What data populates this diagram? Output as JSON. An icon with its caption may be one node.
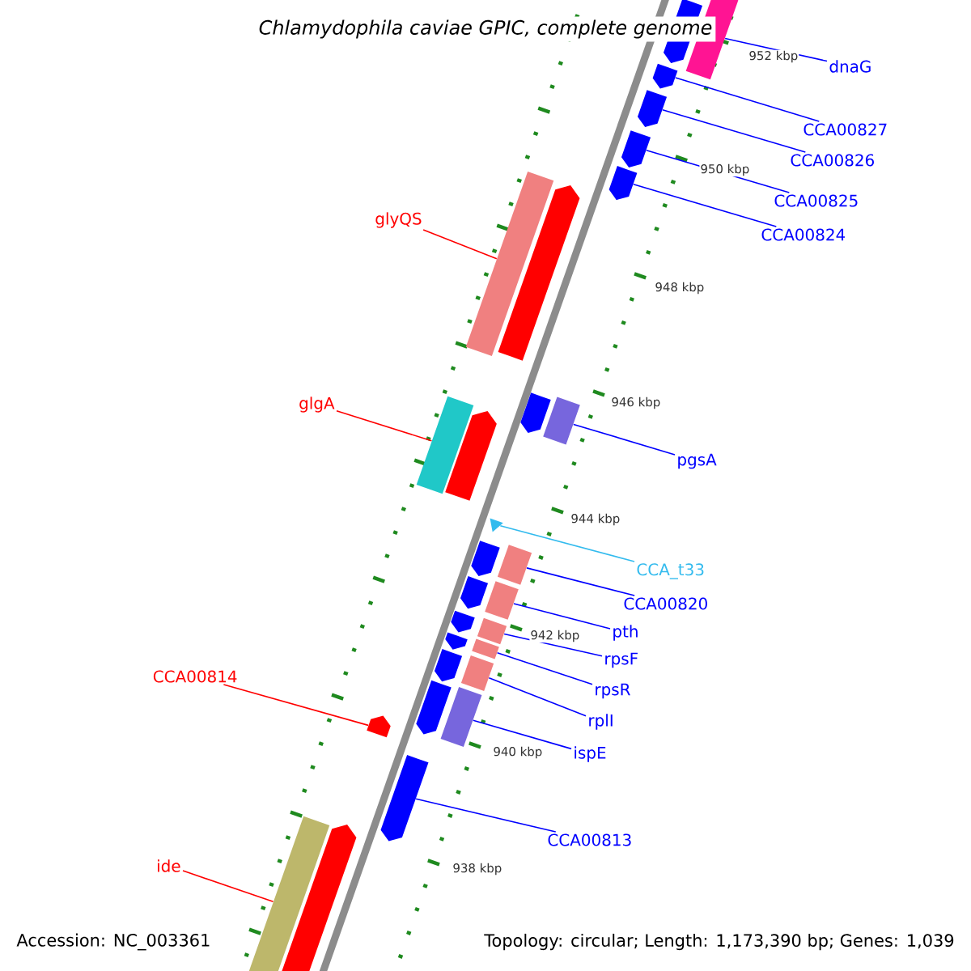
{
  "diagram": {
    "title": "Chlamydophila caviae GPIC, complete genome",
    "nodes": [
      {
        "text": [
          "dnaG"
        ]
      },
      {
        "text": [],
        "shape": "box"
      },
      {
        "text": [
          "CCA00827"
        ]
      },
      {
        "text": [],
        "shape": "arrow"
      },
      {
        "text": [
          "CCA00826"
        ]
      },
      {
        "text": [],
        "shape": "arrow"
      },
      {
        "text": [
          "CCA00825"
        ]
      },
      {
        "text": [],
        "shape": "arrow"
      },
      {
        "text": [
          "CCA00824"
        ]
      },
      {
        "text": [],
        "shape": "arrow"
      },
      {
        "text": [
          "glyQS"
        ]
      },
      {
        "text": [],
        "shape": "box"
      },
      {
        "text": [
          "glgA"
        ]
      },
      {
        "text": [],
        "shape": "box"
      },
      {
        "text": [
          "pgsA"
        ]
      },
      {
        "text": [],
        "shape": "box"
      },
      {
        "text": [
          "CCA_t33"
        ]
      },
      {
        "text": [],
        "shape": "triangle"
      },
      {
        "text": [
          "CCA00820"
        ]
      },
      {
        "text": [],
        "shape": "box"
      },
      {
        "text": [
          "pth"
        ]
      },
      {
        "text": [],
        "shape": "box"
      },
      {
        "text": [
          "rpsF"
        ]
      },
      {
        "text": [],
        "shape": "box"
      },
      {
        "text": [
          "rpsR"
        ]
      },
      {
        "text": [],
        "shape": "box"
      },
      {
        "text": [
          "rplI"
        ]
      },
      {
        "text": [],
        "shape": "box"
      },
      {
        "text": [
          "ispE"
        ]
      },
      {
        "text": [],
        "shape": "box"
      },
      {
        "text": [
          "CCA00814"
        ]
      },
      {
        "text": [],
        "shape": "arrow"
      },
      {
        "text": [
          "CCA00813"
        ]
      },
      {
        "text": [],
        "shape": "arrow"
      },
      {
        "text": [
          "ide"
        ]
      },
      {
        "text": [],
        "shape": "box"
      },
      {
        "text": [],
        "shape": "arrow"
      },
      {
        "text": [],
        "shape": "arrow"
      },
      {
        "text": [],
        "shape": "arrow"
      },
      {
        "text": [],
        "shape": "arrow"
      },
      {
        "text": [],
        "shape": "arrow"
      },
      {
        "text": [],
        "shape": "arrow"
      },
      {
        "text": [],
        "shape": "arrow"
      },
      {
        "text": [],
        "shape": "arrow"
      },
      {
        "text": [],
        "shape": "arrow"
      },
      {
        "text": [],
        "shape": "arrow"
      },
      {
        "text": [],
        "shape": "arrow"
      }
    ],
    "edges": [
      {
        "from": 0,
        "to": 1,
        "arrow": "none"
      },
      {
        "from": 2,
        "to": 3,
        "arrow": "none"
      },
      {
        "from": 4,
        "to": 5,
        "arrow": "none"
      },
      {
        "from": 6,
        "to": 7,
        "arrow": "none"
      },
      {
        "from": 8,
        "to": 9,
        "arrow": "none"
      },
      {
        "from": 10,
        "to": 11,
        "arrow": "none",
        "color": "#ff0000"
      },
      {
        "from": 12,
        "to": 13,
        "arrow": "none",
        "color": "#ff0000"
      },
      {
        "from": 14,
        "to": 15,
        "arrow": "none"
      },
      {
        "from": 16,
        "to": 17,
        "arrow": "none",
        "color": "#33bbee"
      },
      {
        "from": 18,
        "to": 19,
        "arrow": "none"
      },
      {
        "from": 20,
        "to": 21,
        "arrow": "none"
      },
      {
        "from": 22,
        "to": 23,
        "arrow": "none"
      },
      {
        "from": 24,
        "to": 25,
        "arrow": "none"
      },
      {
        "from": 26,
        "to": 27,
        "arrow": "none"
      },
      {
        "from": 28,
        "to": 29,
        "arrow": "none"
      },
      {
        "from": 30,
        "to": 31,
        "arrow": "none",
        "color": "#ff0000"
      },
      {
        "from": 32,
        "to": 33,
        "arrow": "none"
      },
      {
        "from": 34,
        "to": 35,
        "arrow": "none",
        "color": "#ff0000"
      }
    ],
    "labels": [
      "952 kbp",
      "950 kbp",
      "948 kbp",
      "946 kbp",
      "944 kbp",
      "942 kbp",
      "940 kbp",
      "938 kbp",
      "Accession: NC_003361",
      "Topology: circular; Length: 1,173,390 bp; Genes: 1,039"
    ]
  }
}
